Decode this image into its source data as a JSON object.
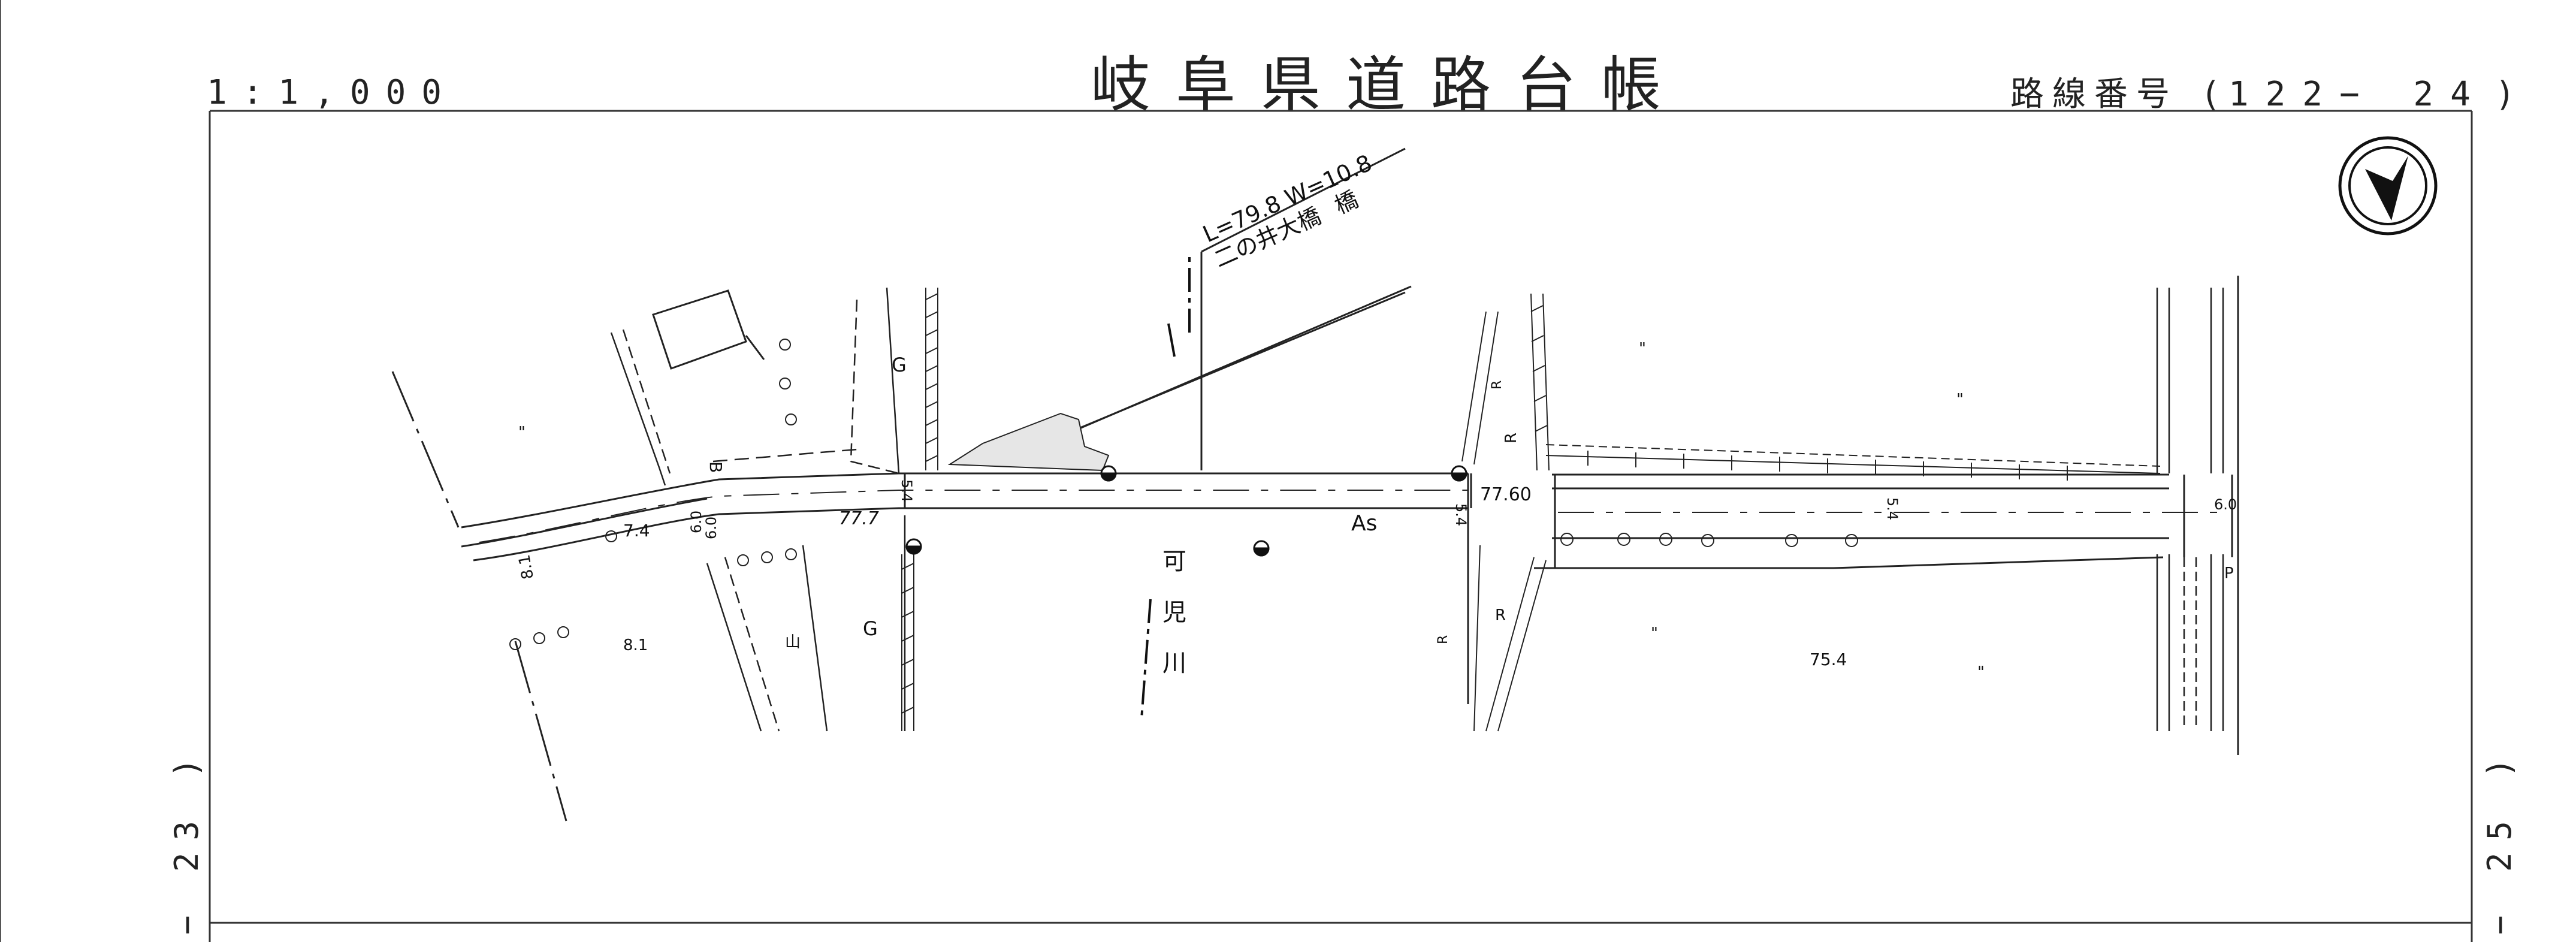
{
  "header": {
    "title": "岐阜県道路台帳",
    "scale": "1:1,000",
    "route_label": "路線番号",
    "route_number": "122− 24",
    "route_open": "(",
    "route_close": ")"
  },
  "sheet_refs": {
    "left": "− 23 )",
    "right": "− 25 )"
  },
  "bridge": {
    "dimensions": "L=79.8  W=10.8",
    "name": "二の井大橋",
    "type": "橋"
  },
  "river": {
    "name_chars": [
      "可",
      "児",
      "川"
    ]
  },
  "road": {
    "surface": "As",
    "elevations": [
      "77.7",
      "77.60",
      "75.4",
      "7.4",
      "8.1"
    ],
    "widths": [
      "5.4",
      "5.4",
      "5.4",
      "6.0",
      "6.0",
      "6.0",
      "8.1"
    ]
  },
  "symbols": {
    "guardrail": "G",
    "retaining": "R",
    "field_mark": "\"",
    "embankment": "B",
    "pole": "P",
    "mountain": "山"
  },
  "north_arrow": "north-arrow-icon"
}
